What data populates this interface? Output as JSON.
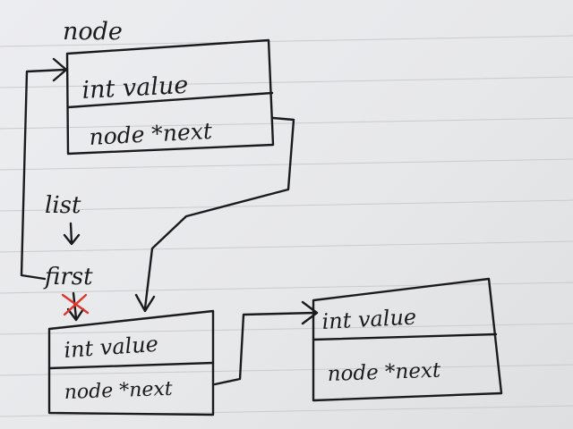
{
  "labels": {
    "top_node": "node",
    "list": "list",
    "first": "first"
  },
  "nodes": [
    {
      "id": "top",
      "field_value": "int value",
      "field_next": "node *next"
    },
    {
      "id": "left",
      "field_value": "int value",
      "field_next": "node *next"
    },
    {
      "id": "right",
      "field_value": "int value",
      "field_next": "node *next"
    }
  ],
  "colors": {
    "ink": "#1b1b1d",
    "cross": "#e0352b",
    "paper": "#e9eaec",
    "ruling": "#c9cbd0"
  }
}
